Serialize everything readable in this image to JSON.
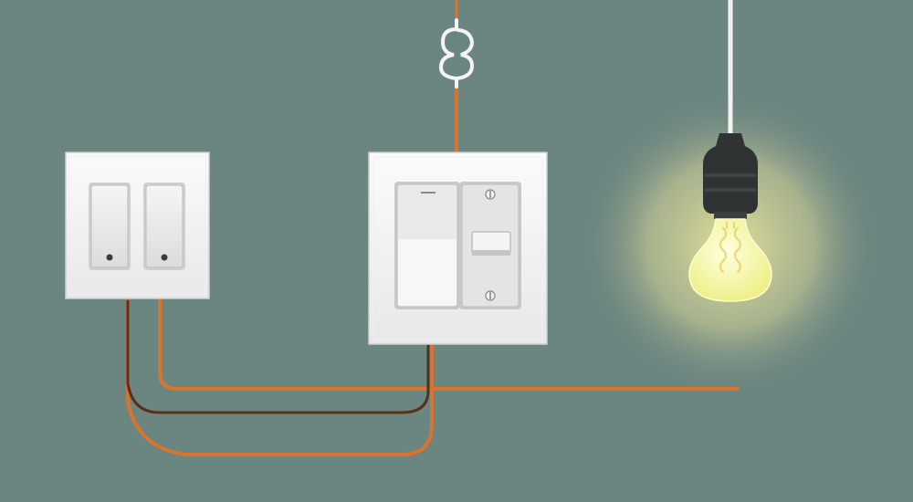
{
  "scene": {
    "background_color": "#6b8580",
    "wire_colors": {
      "orange": "#d9742f",
      "brown": "#5a2e1a",
      "white": "#f2f2f2"
    },
    "glow_color": "#f3ef9a",
    "bulb_color": "#f6f7b0",
    "socket_color": "#2f3333",
    "left_switch": {
      "type": "double rocker switch",
      "rockers": 2
    },
    "middle_switch": {
      "type": "rocker and toggle switch",
      "rockers": 1,
      "toggles": 1
    },
    "lamp": {
      "type": "hanging light bulb",
      "state": "on"
    },
    "top_connector": {
      "type": "wire clip / hook"
    }
  }
}
